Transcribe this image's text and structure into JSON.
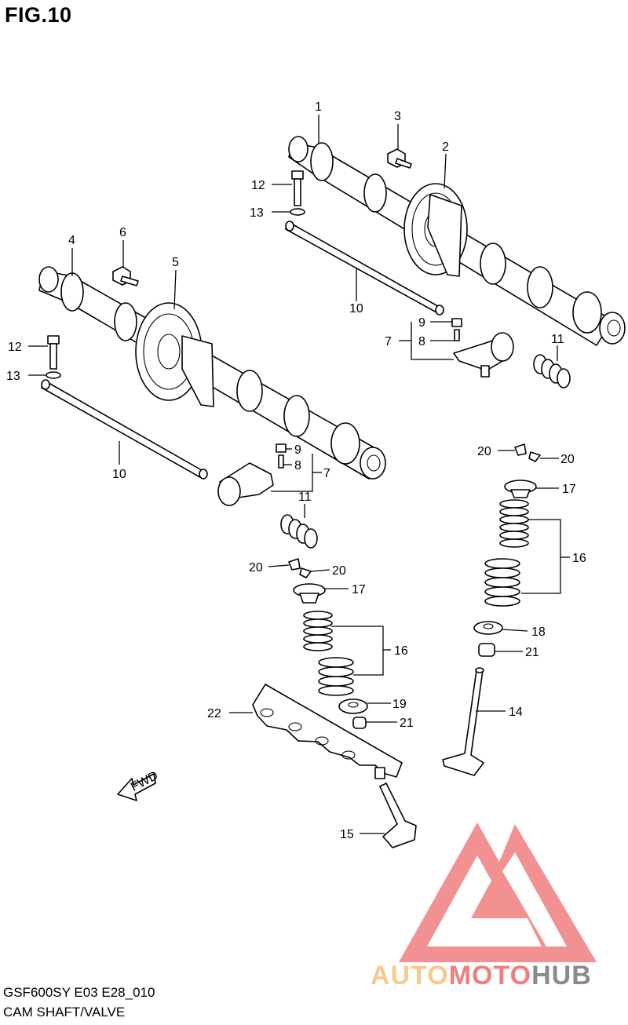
{
  "figure": {
    "title": "FIG.10",
    "code": "GSF600SY E03 E28_010",
    "name": "CAM SHAFT/VALVE"
  },
  "callouts": [
    {
      "id": "c1",
      "label": "1"
    },
    {
      "id": "c2",
      "label": "2"
    },
    {
      "id": "c3",
      "label": "3"
    },
    {
      "id": "c4",
      "label": "4"
    },
    {
      "id": "c5",
      "label": "5"
    },
    {
      "id": "c6",
      "label": "6"
    },
    {
      "id": "c7a",
      "label": "7"
    },
    {
      "id": "c7b",
      "label": "7"
    },
    {
      "id": "c8a",
      "label": "8"
    },
    {
      "id": "c8b",
      "label": "8"
    },
    {
      "id": "c9a",
      "label": "9"
    },
    {
      "id": "c9b",
      "label": "9"
    },
    {
      "id": "c10a",
      "label": "10"
    },
    {
      "id": "c10b",
      "label": "10"
    },
    {
      "id": "c11a",
      "label": "11"
    },
    {
      "id": "c11b",
      "label": "11"
    },
    {
      "id": "c12a",
      "label": "12"
    },
    {
      "id": "c12b",
      "label": "12"
    },
    {
      "id": "c13a",
      "label": "13"
    },
    {
      "id": "c13b",
      "label": "13"
    },
    {
      "id": "c14",
      "label": "14"
    },
    {
      "id": "c15",
      "label": "15"
    },
    {
      "id": "c16a",
      "label": "16"
    },
    {
      "id": "c16b",
      "label": "16"
    },
    {
      "id": "c17a",
      "label": "17"
    },
    {
      "id": "c17b",
      "label": "17"
    },
    {
      "id": "c18",
      "label": "18"
    },
    {
      "id": "c19",
      "label": "19"
    },
    {
      "id": "c20a",
      "label": "20"
    },
    {
      "id": "c20b",
      "label": "20"
    },
    {
      "id": "c20c",
      "label": "20"
    },
    {
      "id": "c20d",
      "label": "20"
    },
    {
      "id": "c21a",
      "label": "21"
    },
    {
      "id": "c21b",
      "label": "21"
    },
    {
      "id": "c22",
      "label": "22"
    }
  ],
  "fwd_label": "FWD",
  "watermark": {
    "part1": "AUTO",
    "part2": "MOTO",
    "part3": "HUB",
    "color_light": "#f8c98a",
    "color_red": "#f07e7e",
    "color_gray": "#8a8a8a"
  }
}
